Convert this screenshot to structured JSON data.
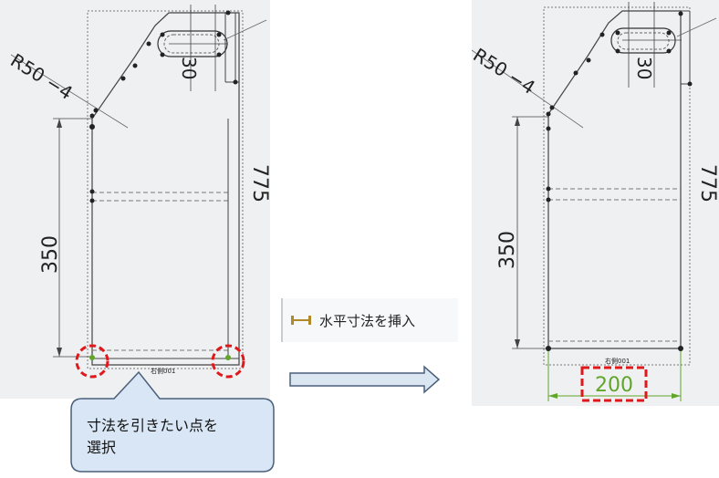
{
  "left_drawing": {
    "radius_label": "R50 −4",
    "dim_30": "30",
    "dim_350": "350",
    "dim_775_partial": "775",
    "frame_label": "右側001"
  },
  "right_drawing": {
    "radius_label": "R50 −4",
    "dim_30": "30",
    "dim_350": "350",
    "dim_775_partial": "775",
    "frame_label": "右側001",
    "new_dimension": "200"
  },
  "command": {
    "icon": "horizontal-dimension-icon",
    "label": "水平寸法を挿入"
  },
  "callout": {
    "line1": "寸法を引きたい点を",
    "line2": "選択"
  },
  "colors": {
    "highlight_red": "#e0181b",
    "dimension_green": "#5fa62a",
    "callout_fill": "#d8e6f5",
    "callout_border": "#4a5f7a",
    "arrow_fill": "#dbe6f3"
  }
}
